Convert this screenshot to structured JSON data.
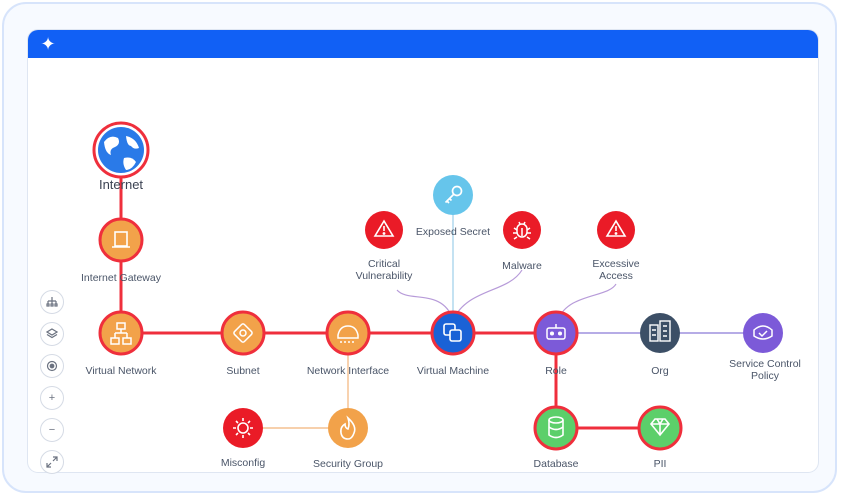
{
  "nodes": {
    "internet": "Internet",
    "internet_gateway": "Internet Gateway",
    "virtual_network": "Virtual Network",
    "subnet": "Subnet",
    "network_interface": "Network Interface",
    "virtual_machine": "Virtual Machine",
    "role": "Role",
    "org": "Org",
    "service_control_policy": "Service Control Policy",
    "misconfig": "Misconfig",
    "security_group": "Security Group",
    "database": "Database",
    "pii": "PII",
    "critical_vulnerability": "Critical Vulnerability",
    "exposed_secret": "Exposed Secret",
    "malware": "Malware",
    "excessive_access": "Excessive Access"
  },
  "colors": {
    "path_red": "#ef2f3c",
    "orange": "#f2a24a",
    "alert_red": "#ea1b27",
    "blue_vm": "#1a62d6",
    "purple": "#7c5ad8",
    "slate": "#3c4f66",
    "green": "#5ccf6a",
    "light_blue": "#66c5eb",
    "titlebar": "#1160f5"
  },
  "toolbar": [
    "hierarchy-icon",
    "layers-icon",
    "target-icon",
    "zoom-in-icon",
    "zoom-out-icon",
    "expand-icon"
  ]
}
